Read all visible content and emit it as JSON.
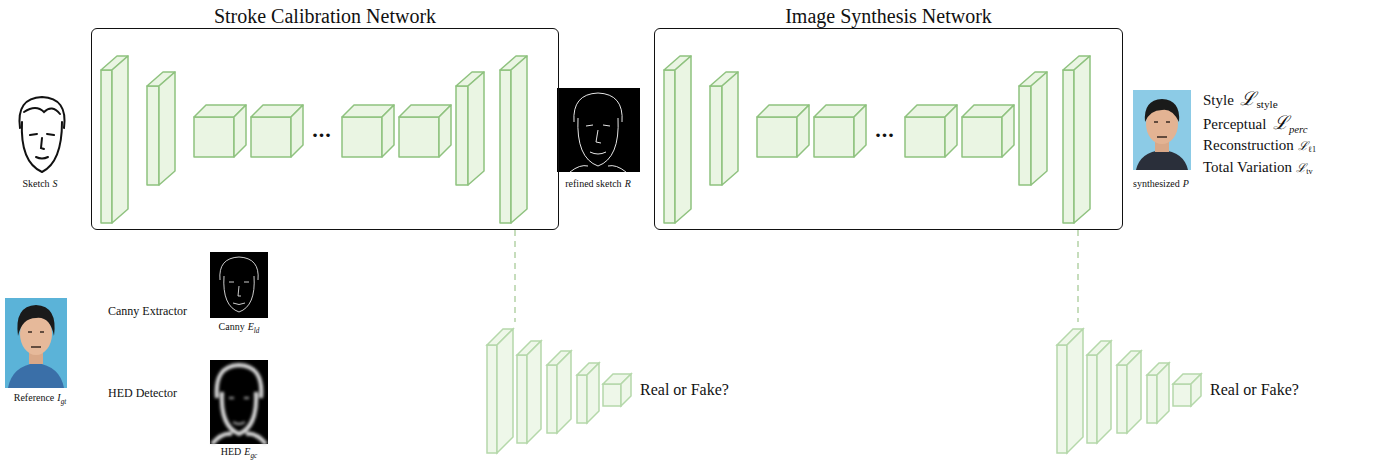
{
  "diagram": {
    "nodes": [
      {
        "text": [
          "Stroke Calibration Network"
        ]
      },
      {
        "text": [
          "Image Synthesis Network"
        ]
      },
      {
        "text": [
          "Real or Fake?"
        ]
      },
      {
        "text": [
          "Real or Fake?"
        ]
      }
    ],
    "edges": [
      {
        "from": 0,
        "to": 2,
        "arrow": "none"
      },
      {
        "from": 1,
        "to": 3,
        "arrow": "none"
      }
    ],
    "labels": [
      "Sketch",
      "S",
      "refined sketch",
      "R",
      "synthesized",
      "P",
      "Style",
      "ℒ",
      "style",
      "Perceptual",
      "ℒ",
      "perc",
      "Reconstruction",
      "ℒ",
      "ℓ1",
      "Total Variation",
      "ℒ",
      "tv",
      "Canny Extractor",
      "HED Detector",
      "Canny",
      "E",
      "ld",
      "HED",
      "E",
      "gc",
      "Reference",
      "I",
      "gt",
      "...",
      "..."
    ]
  }
}
